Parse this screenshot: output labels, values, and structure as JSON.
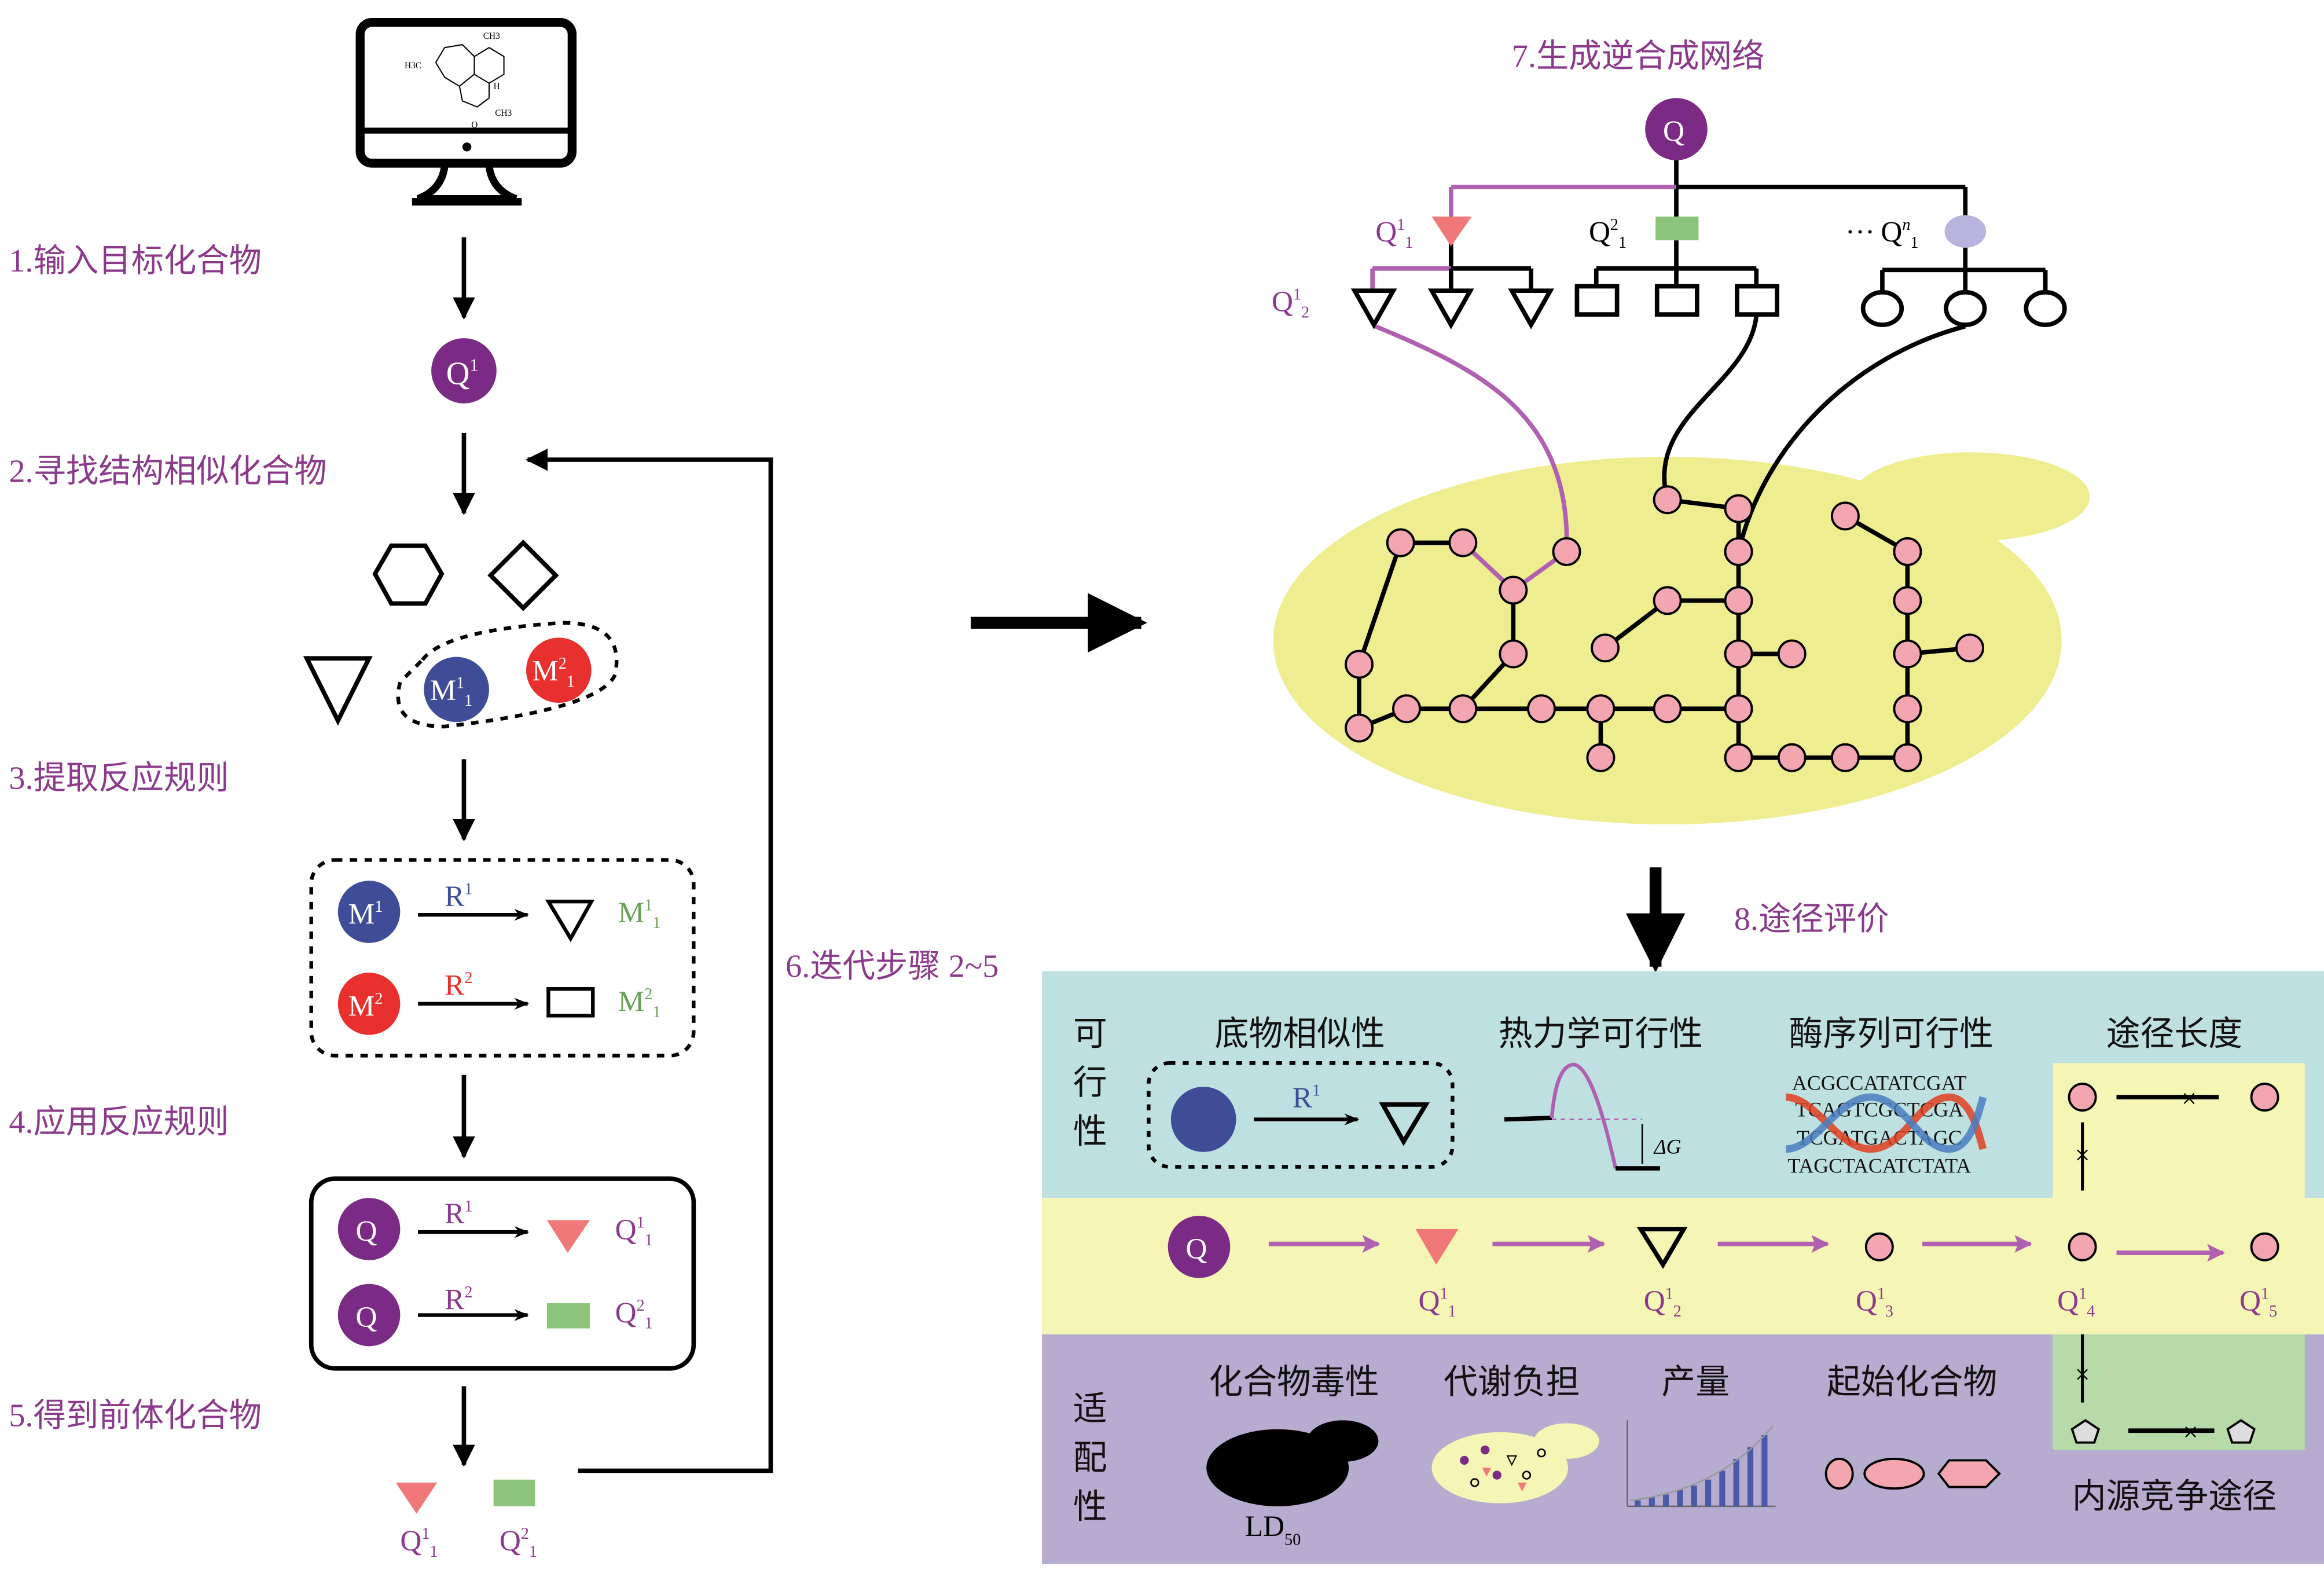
{
  "steps": {
    "s1": "1.输入目标化合物",
    "s2": "2.寻找结构相似化合物",
    "s3": "3.提取反应规则",
    "s4": "4.应用反应规则",
    "s5": "5.得到前体化合物",
    "s6": "6.迭代步骤 2~5",
    "s7": "7.生成逆合成网络",
    "s8": "8.途径评价"
  },
  "monitor_molecule": {
    "ch3_top": "CH3",
    "h3c": "H3C",
    "ch3_bottom": "CH3",
    "o": "O",
    "h": "H"
  },
  "left": {
    "q1": {
      "b": "Q",
      "sup": "1"
    },
    "m11": {
      "b": "M",
      "sup": "1",
      "sub": "1"
    },
    "m21": {
      "b": "M",
      "sup": "2",
      "sub": "1"
    },
    "rules": [
      {
        "reactant": {
          "b": "M",
          "sup": "1"
        },
        "rule": {
          "b": "R",
          "sup": "1"
        },
        "product": {
          "b": "M",
          "sup": "1",
          "sub": "1"
        }
      },
      {
        "reactant": {
          "b": "M",
          "sup": "2"
        },
        "rule": {
          "b": "R",
          "sup": "2"
        },
        "product": {
          "b": "M",
          "sup": "2",
          "sub": "1"
        }
      }
    ],
    "apply": [
      {
        "reactant": "Q",
        "rule": {
          "b": "R",
          "sup": "1"
        },
        "product": {
          "b": "Q",
          "sup": "1",
          "sub": "1"
        }
      },
      {
        "reactant": "Q",
        "rule": {
          "b": "R",
          "sup": "2"
        },
        "product": {
          "b": "Q",
          "sup": "2",
          "sub": "1"
        }
      }
    ],
    "precursors": [
      {
        "b": "Q",
        "sup": "1",
        "sub": "1"
      },
      {
        "b": "Q",
        "sup": "2",
        "sub": "1"
      }
    ]
  },
  "network": {
    "root": "Q",
    "children": [
      {
        "b": "Q",
        "sup": "1",
        "sub": "1"
      },
      {
        "b": "Q",
        "sup": "2",
        "sub": "1"
      },
      {
        "prefix": "···",
        "b": "Q",
        "sup": "n",
        "sub": "1"
      }
    ],
    "grandchild": {
      "b": "Q",
      "sup": "1",
      "sub": "2"
    }
  },
  "evaluation": {
    "feasibility_label": [
      "可",
      "行",
      "性"
    ],
    "feasibility_headers": [
      "底物相似性",
      "热力学可行性",
      "酶序列可行性",
      "途径长度"
    ],
    "similarity_rule": {
      "b": "R",
      "sup": "1"
    },
    "delta_g": "ΔG",
    "dna_lines": [
      "ACGCCATATCGAT",
      "TCAGTCGCTCGA",
      "TCGATGACTAGC",
      "TAGCTACATCTATA"
    ],
    "pathway_root": "Q",
    "pathway": [
      {
        "b": "Q",
        "sup": "1",
        "sub": "1"
      },
      {
        "b": "Q",
        "sup": "1",
        "sub": "2"
      },
      {
        "b": "Q",
        "sup": "1",
        "sub": "3"
      },
      {
        "b": "Q",
        "sup": "1",
        "sub": "4"
      },
      {
        "b": "Q",
        "sup": "1",
        "sub": "5"
      }
    ],
    "adaptability_label": [
      "适",
      "配",
      "性"
    ],
    "adaptability_headers": [
      "化合物毒性",
      "代谢负担",
      "产量",
      "起始化合物"
    ],
    "ld": {
      "b": "LD",
      "sub": "50"
    },
    "competing_pathway": "内源竞争途径"
  },
  "colors": {
    "purple_text": "#8b3a8b",
    "q_circle": "#7b2a85",
    "m1_blue": "#3f4d99",
    "m2_red": "#e8312f",
    "q11_pink": "#f07878",
    "q21_green": "#8bc47a",
    "qn_lavender": "#b8b4de",
    "node_pink": "#f4a6b0",
    "cell_yellow": "#eeee90",
    "panel_teal": "#bfe0e0",
    "panel_yellow": "#f5f5b5",
    "panel_lavender": "#b5acd0",
    "panel_green": "#b7dba8"
  }
}
